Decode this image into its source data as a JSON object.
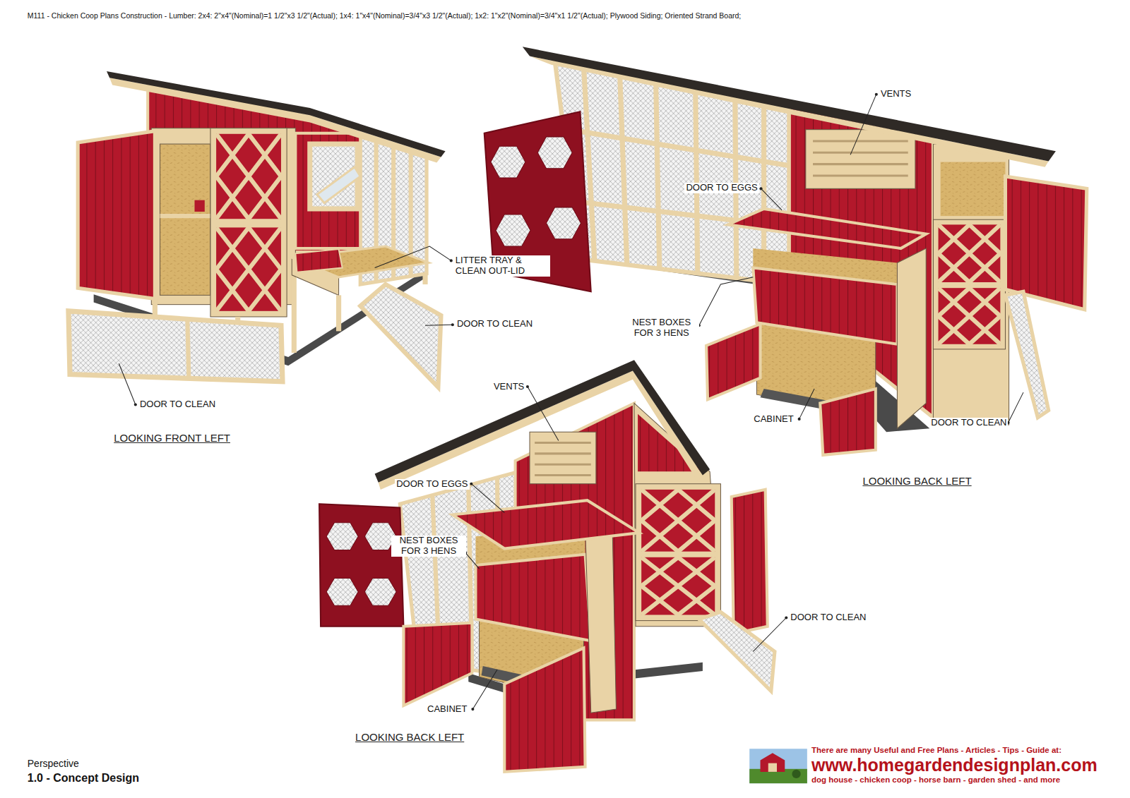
{
  "diagram": {
    "title": "M111 - Chicken Coop Plans Construction - Lumber: 2x4: 2\"x4\"(Nominal)=1 1/2\"x3 1/2\"(Actual); 1x4: 1\"x4\"(Nominal)=3/4\"x3 1/2\"(Actual); 1x2: 1\"x2\"(Nominal)=3/4\"x1 1/2\"(Actual); Plywood Siding; Oriented Strand Board;",
    "labels": [
      "VENTS",
      "DOOR TO EGGS",
      "LITTER TRAY & CLEAN OUT-LID",
      "DOOR TO CLEAN",
      "NEST BOXES FOR 3 HENS",
      "DOOR TO CLEAN",
      "CABINET",
      "DOOR TO CLEAN",
      "LOOKING FRONT LEFT",
      "LOOKING BACK LEFT",
      "VENTS",
      "DOOR TO EGGS",
      "NEST BOXES FOR 3 HENS",
      "DOOR TO CLEAN",
      "CABINET",
      "LOOKING BACK LEFT",
      "Perspective",
      "1.0 - Concept Design",
      "There are many Useful and Free Plans - Articles - Tips - Guide at:",
      "www.homegardendesignplan.com",
      "dog house - chicken coop - horse barn - garden shed - and more"
    ]
  }
}
